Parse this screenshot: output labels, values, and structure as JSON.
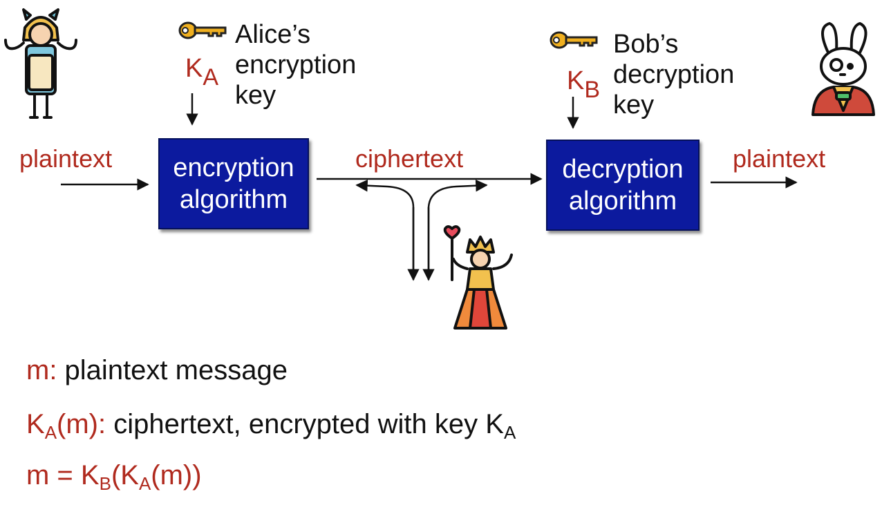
{
  "alice_key": {
    "desc": "Alice’s",
    "line2": "encryption",
    "line3": "key",
    "k": "K",
    "sub": "A"
  },
  "bob_key": {
    "desc": "Bob’s",
    "line2": "decryption",
    "line3": "key",
    "k": "K",
    "sub": "B"
  },
  "flow": {
    "plaintext_in": "plaintext",
    "ciphertext": "ciphertext",
    "plaintext_out": "plaintext"
  },
  "enc_box": {
    "line1": "encryption",
    "line2": "algorithm"
  },
  "dec_box": {
    "line1": "decryption",
    "line2": "algorithm"
  },
  "legend": {
    "l1_red": "m:",
    "l1_rest": " plaintext message",
    "l2_k": "K",
    "l2_ksub": "A",
    "l2_red_rest": "(m):",
    "l2_rest": " ciphertext, encrypted with key K",
    "l2_endsub": "A",
    "l3_a": "m = K",
    "l3_bsub": "B",
    "l3_b": "(K",
    "l3_asub": "A",
    "l3_c": "(m))"
  },
  "colors": {
    "accent_red": "#b02a1e",
    "box_blue": "#0c1a9e",
    "key_gold": "#f0b020"
  },
  "icons": [
    "alice-icon",
    "key-icon",
    "key-icon",
    "rabbit-icon",
    "queen-icon"
  ]
}
